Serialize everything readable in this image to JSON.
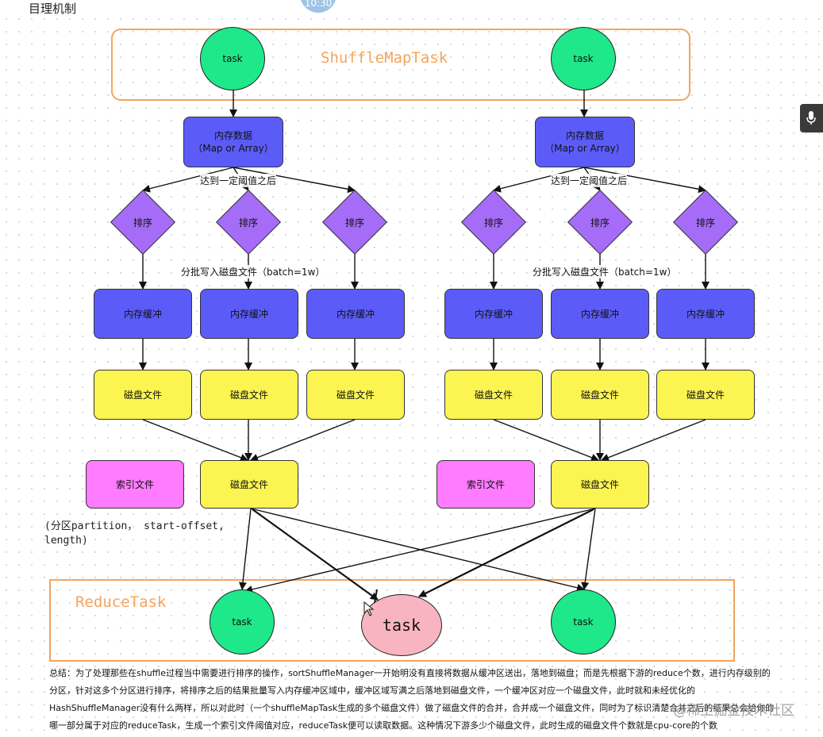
{
  "window": {
    "top_left_label": "目理机制",
    "clock": "10:30"
  },
  "shuffle_map_task": {
    "title": "ShuffleMapTask",
    "task_label": "task"
  },
  "map_side": {
    "memory_data_line1": "内存数据",
    "memory_data_line2": "（Map or Array）",
    "threshold_label": "达到一定阈值之后",
    "sort_label": "排序",
    "batch_write_label": "分批写入磁盘文件（batch=1w）",
    "memory_buffer_label": "内存缓冲",
    "disk_file_label": "磁盘文件",
    "index_file_label": "索引文件",
    "merged_disk_file_label": "磁盘文件"
  },
  "partition_note": {
    "line1": "(分区partition， start-offset,",
    "line2": "length)"
  },
  "reduce_task": {
    "title": "ReduceTask",
    "task_label": "task",
    "highlight_task_label": "task"
  },
  "summary_lines": [
    "总结：为了处理那些在shuffle过程当中需要进行排序的操作，sortShuffleManager一开始明没有直接将数据从缓冲区送出，落地到磁盘；而是先根据下游的reduce个数，进行内存级别的",
    "分区，针对这多个分区进行排序，将排序之后的结果批量写入内存缓冲区域中，缓冲区域写满之后落地到磁盘文件，一个缓冲区对应一个磁盘文件，此时就和未经优化的",
    "HashShuffleManager没有什么两样，所以对此时（一个shuffleMapTask生成的多个磁盘文件）做了磁盘文件的合并，合并成一个磁盘文件，同时为了标识清楚合并之后的结果总会给你的",
    "哪一部分属于对应的reduceTask，生成一个索引文件阈值对应，reduceTask便可以读取数据。这种情况下游多少个磁盘文件，此时生成的磁盘文件个数就是cpu-core的个数"
  ],
  "watermark": "@稀土掘金技术社区",
  "colors": {
    "task_green": "#1ee889",
    "memory_blue": "#5b5cf8",
    "sort_purple": "#a56cf7",
    "disk_yellow": "#fcf551",
    "index_pink": "#ff7bff",
    "highlight_task_pink": "#f8b4c0",
    "frame_orange": "#f5a45c"
  }
}
